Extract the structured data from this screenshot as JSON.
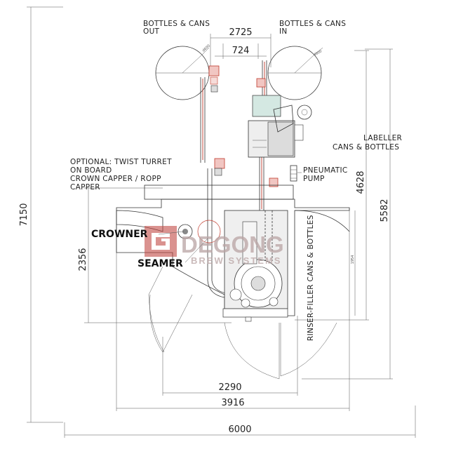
{
  "labels": {
    "bottles_out_line1": "BOTTLES & CANS",
    "bottles_out_line2": "OUT",
    "bottles_in_line1": "BOTTLES & CANS",
    "bottles_in_line2": "IN",
    "optional_line1": "OPTIONAL: TWIST TURRET",
    "optional_line2": "ON BOARD",
    "optional_line3": "CROWN CAPPER / ROPP",
    "optional_line4": "CAPPER",
    "crowner": "CROWNER",
    "seamer": "SEAMER",
    "pneumatic_line1": "PNEUMATIC",
    "pneumatic_line2": "PUMP",
    "labeller_line1": "LABELLER",
    "labeller_line2": "CANS & BOTTLES",
    "rinser_filler": "RINSER-FILLER CANS & BOTTLES",
    "turntable_left_tag": "d600",
    "turntable_right_tag": "d600",
    "inner_dim": "1954"
  },
  "dimensions": {
    "d2725": "2725",
    "d724": "724",
    "d7150": "7150",
    "d5582": "5582",
    "d4628": "4628",
    "d2356": "2356",
    "d2290": "2290",
    "d3916": "3916",
    "d6000": "6000"
  },
  "watermark": {
    "brand": "DEGONG",
    "sub": "BREW SYSTEMS"
  },
  "colors": {
    "linework": "#333333",
    "accent": "#c0392b",
    "watermark": "#b9a3a3",
    "equipment_fill": "#dcdcdc"
  }
}
